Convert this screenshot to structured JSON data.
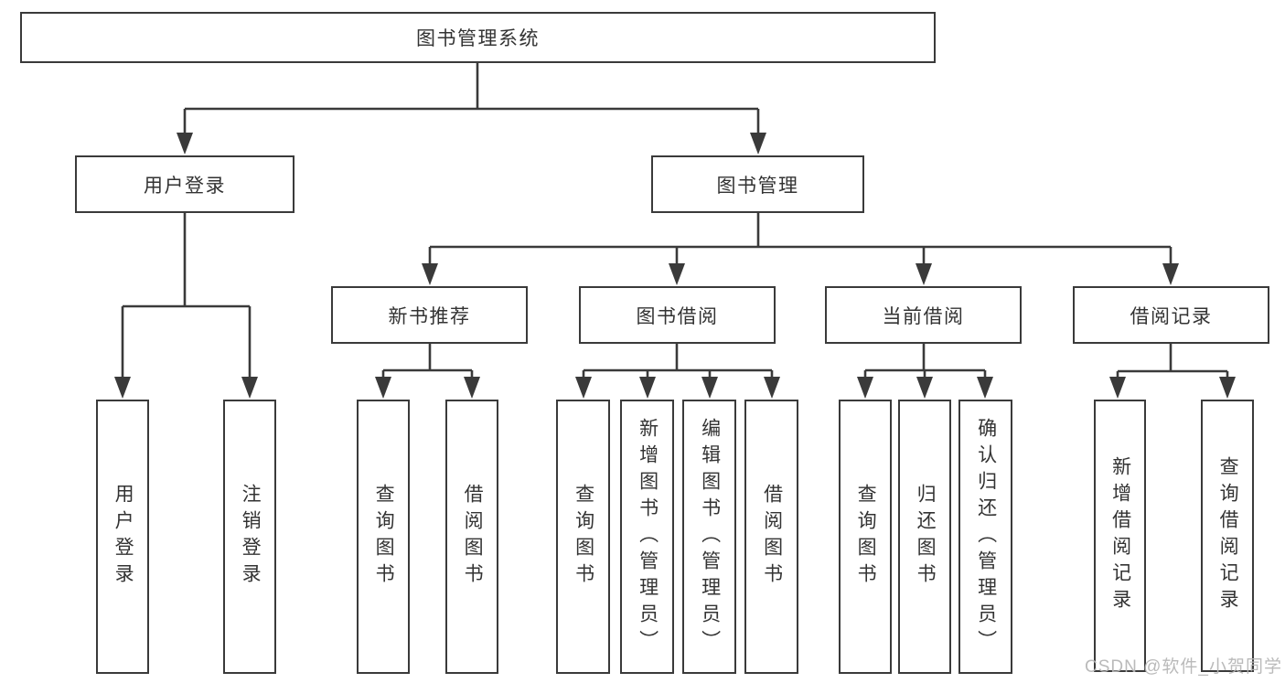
{
  "diagram": {
    "root": {
      "label": "图书管理系统"
    },
    "level2": [
      {
        "label": "用户登录"
      },
      {
        "label": "图书管理"
      }
    ],
    "level3": [
      {
        "label": "新书推荐"
      },
      {
        "label": "图书借阅"
      },
      {
        "label": "当前借阅"
      },
      {
        "label": "借阅记录"
      }
    ],
    "leaves": {
      "user_login": [
        "用户登录",
        "注销登录"
      ],
      "new_book": [
        "查询图书",
        "借阅图书"
      ],
      "book_borrow": [
        "查询图书",
        "新增图书（管理员）",
        "编辑图书（管理员）",
        "借阅图书"
      ],
      "current_borrow": [
        "查询图书",
        "归还图书",
        "确认归还（管理员）"
      ],
      "borrow_record": [
        "新增借阅记录",
        "查询借阅记录"
      ]
    },
    "watermark": "CSDN @软件_小贺同学",
    "theme": {
      "line_color": "#3a3a3a",
      "text_color": "#333333",
      "box_bg": "#ffffff",
      "watermark_color": "#b5b5b5"
    }
  }
}
